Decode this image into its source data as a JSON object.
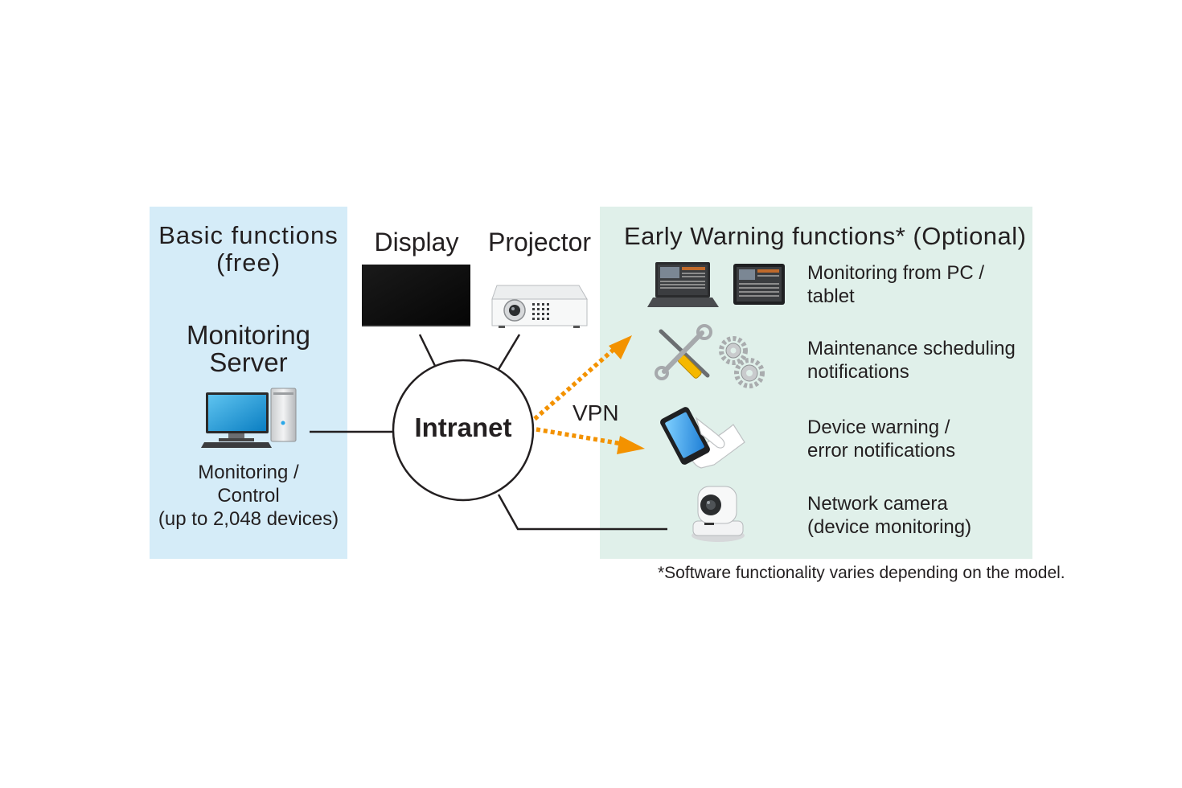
{
  "basic_panel": {
    "title": "Basic functions (free)",
    "server_title": "Monitoring Server",
    "server_subtitle_line1": "Monitoring /",
    "server_subtitle_line2": "Control",
    "server_subtitle_line3": "(up to 2,048 devices)"
  },
  "devices": {
    "display": "Display",
    "projector": "Projector"
  },
  "network": {
    "intranet": "Intranet",
    "vpn": "VPN"
  },
  "early_warning": {
    "title": "Early Warning functions* (Optional)",
    "features": [
      {
        "line1": "Monitoring from PC /",
        "line2": "tablet",
        "icon": "laptop-tablet-icon"
      },
      {
        "line1": "Maintenance scheduling",
        "line2": "notifications",
        "icon": "tools-gears-icon"
      },
      {
        "line1": "Device warning /",
        "line2": "error notifications",
        "icon": "hand-smartphone-icon"
      },
      {
        "line1": "Network camera",
        "line2": "(device monitoring)",
        "icon": "network-camera-icon"
      }
    ]
  },
  "footnote": "*Software functionality varies depending on the model.",
  "colors": {
    "basic_panel": "#d5ecf8",
    "early_warning_panel": "#e0f0ea",
    "vpn_arrow": "#f39200",
    "line": "#231f20"
  }
}
